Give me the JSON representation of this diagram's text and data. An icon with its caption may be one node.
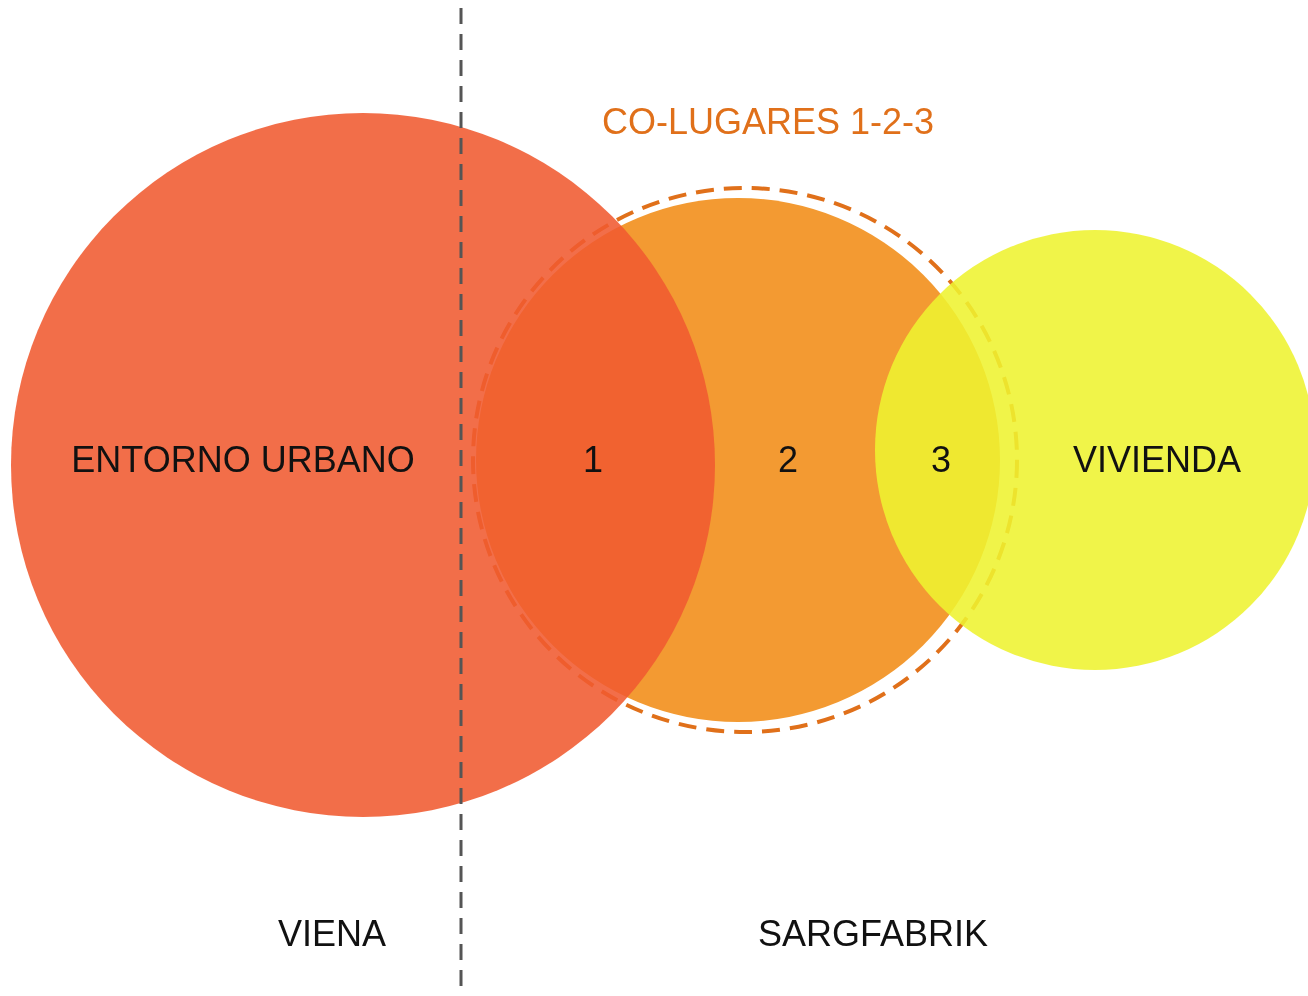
{
  "diagram": {
    "nodes": [
      {
        "text": [
          "ENTORNO URBANO"
        ]
      },
      {
        "text": [
          "CO-LUGARES 1-2-3"
        ]
      },
      {
        "text": [],
        "shape": "circle",
        "in": 1
      },
      {
        "text": [
          "VIVIENDA"
        ]
      }
    ],
    "labels": [
      "1",
      "2",
      "3",
      "VIENA",
      "SARGFABRIK"
    ]
  }
}
